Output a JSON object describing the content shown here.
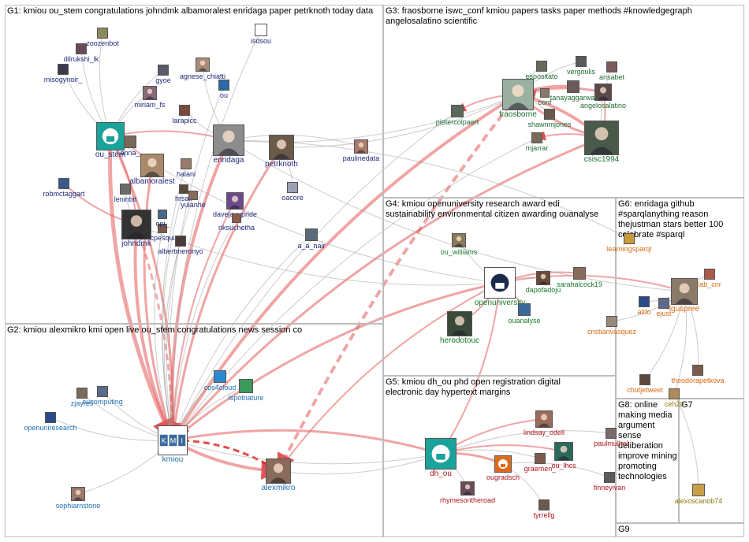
{
  "groups": [
    {
      "id": "G1",
      "label": "G1: kmiou ou_stem congratulations johndmk albamoralest enridaga paper petrknoth today data"
    },
    {
      "id": "G2",
      "label": "G2: kmiou alexmikro kmi open live ou_stem congratulations news session co"
    },
    {
      "id": "G3",
      "label": "G3: fraosborne iswc_conf kmiou papers tasks paper methods #knowledgegraph angelosalatino scientific"
    },
    {
      "id": "G4",
      "label": "G4: kmiou openuniversity research award edi sustainability environmental citizen awarding ouanalyse"
    },
    {
      "id": "G5",
      "label": "G5: kmiou dh_ou phd open registration digital electronic day hypertext margins"
    },
    {
      "id": "G6",
      "label": "G6: enridaga github #sparqlanything reason thejustman stars better 100 celebrate #sparql"
    },
    {
      "id": "G7",
      "label": "G7"
    },
    {
      "id": "G8",
      "label": "G8: online making media argument sense deliberation improve mining promoting technologies"
    },
    {
      "id": "G9",
      "label": "G9"
    }
  ],
  "nodes": [
    {
      "id": "ou_stem",
      "label": "ou_stem",
      "group": "G1",
      "color": "#1aa39a",
      "icon": "ou-logo-icon"
    },
    {
      "id": "enridaga",
      "label": "enridaga",
      "group": "G1",
      "color": "#8c8c8c",
      "icon": "profile-photo"
    },
    {
      "id": "petrknoth",
      "label": "petrknoth",
      "group": "G1",
      "color": "#6b5a4a",
      "icon": "profile-photo"
    },
    {
      "id": "albamoralest",
      "label": "albamoralest",
      "group": "G1",
      "color": "#a88a6a",
      "icon": "profile-photo"
    },
    {
      "id": "johndmk",
      "label": "johndmk",
      "group": "G1",
      "color": "#333333",
      "icon": "profile-photo"
    },
    {
      "id": "anna",
      "label": "anna_",
      "group": "G1",
      "color": "#7a6a5a",
      "icon": "profile-photo"
    },
    {
      "id": "halani",
      "label": "halani",
      "group": "G1",
      "color": "#9a7a6a",
      "icon": "profile-photo"
    },
    {
      "id": "hrsaif",
      "label": "hrsaif",
      "group": "G1",
      "color": "#5a4a3a",
      "icon": "profile-photo"
    },
    {
      "id": "yulanhe",
      "label": "yulanhe",
      "group": "G1",
      "color": "#8a6a5a",
      "icon": "profile-photo"
    },
    {
      "id": "davejavupride",
      "label": "davejavupride",
      "group": "G1",
      "color": "#6a4a8a",
      "icon": "profile-photo"
    },
    {
      "id": "nksuchetha",
      "label": "nksuchetha",
      "group": "G1",
      "color": "#8a5a4a",
      "icon": "profile-photo"
    },
    {
      "id": "oacore",
      "label": "oacore",
      "group": "G1",
      "color": "#9aa0b0",
      "icon": "profile-photo"
    },
    {
      "id": "paulinedata",
      "label": "paulinedata",
      "group": "G1",
      "color": "#aa7a6a",
      "icon": "profile-photo"
    },
    {
      "id": "a_a_nair",
      "label": "a_a_nair",
      "group": "G1",
      "color": "#5a6a7a",
      "icon": "profile-photo"
    },
    {
      "id": "cpesquita",
      "label": "cpesqui",
      "group": "G1",
      "color": "#7a5a4a",
      "icon": "profile-photo"
    },
    {
      "id": "albertmeronyo",
      "label": "albertmeronyo",
      "group": "G1",
      "color": "#4a3a3a",
      "icon": "profile-photo"
    },
    {
      "id": "leninbit",
      "label": "leninbit",
      "group": "G1",
      "color": "#6a6a6a",
      "icon": "profile-photo"
    },
    {
      "id": "robmctaggart",
      "label": "robmctaggart",
      "group": "G1",
      "color": "#3a5a8a",
      "icon": "profile-photo"
    },
    {
      "id": "miriam_fs",
      "label": "miriam_fs",
      "group": "G1",
      "color": "#8a6a7a",
      "icon": "profile-photo"
    },
    {
      "id": "larapicc",
      "label": "larapicc",
      "group": "G1",
      "color": "#7a4a3a",
      "icon": "profile-photo"
    },
    {
      "id": "agnese",
      "label": "agnese_chiatti",
      "group": "G1",
      "color": "#aa8a7a",
      "icon": "profile-photo"
    },
    {
      "id": "gyoe",
      "label": "gyoe",
      "group": "G1",
      "color": "#5a5a6a",
      "icon": "profile-photo"
    },
    {
      "id": "ou",
      "label": "ou",
      "group": "G1",
      "color": "#2a6aa5",
      "icon": "profile-photo"
    },
    {
      "id": "isdsou",
      "label": "isdsou",
      "group": "G1",
      "color": "#ffffff",
      "icon": "profile-photo"
    },
    {
      "id": "dilrukshi",
      "label": "dilrukshi_lk",
      "group": "G1",
      "color": "#6a4a5a",
      "icon": "profile-photo"
    },
    {
      "id": "misogynoir",
      "label": "misogynoir_",
      "group": "G1",
      "color": "#3a3a4a",
      "icon": "profile-photo"
    },
    {
      "id": "zoozenbot",
      "label": "zoozenbot",
      "group": "G1",
      "color": "#8a8a5a",
      "icon": "profile-photo"
    },
    {
      "id": "opi",
      "label": "opi_",
      "group": "G1",
      "color": "#4a6a8a",
      "icon": "profile-photo"
    },
    {
      "id": "kmiou",
      "label": "kmiou",
      "group": "G2",
      "color": "#3a6a9a",
      "icon": "kmi-logo-icon"
    },
    {
      "id": "alexmikro",
      "label": "alexmikro",
      "group": "G2",
      "color": "#8a6a5a",
      "icon": "profile-photo"
    },
    {
      "id": "cos4cloud",
      "label": "cos4cloud",
      "group": "G2",
      "color": "#2a8ad0",
      "icon": "cloud-logo-icon"
    },
    {
      "id": "ispotnature",
      "label": "ispotnature",
      "group": "G2",
      "color": "#3a9a5a",
      "icon": "leaf-logo-icon"
    },
    {
      "id": "oucomputing",
      "label": "oucomputing",
      "group": "G2",
      "color": "#5a6a8a",
      "icon": "profile-photo"
    },
    {
      "id": "zjayres",
      "label": "zjayres",
      "group": "G2",
      "color": "#7a6a5a",
      "icon": "profile-photo"
    },
    {
      "id": "openuniresearch",
      "label": "openuniresearch",
      "group": "G2",
      "color": "#2a4a8a",
      "icon": "profile-photo"
    },
    {
      "id": "sophiarnstone",
      "label": "sophiarnstone",
      "group": "G2",
      "color": "#9a7a6a",
      "icon": "profile-photo"
    },
    {
      "id": "fraosborne",
      "label": "fraosborne",
      "group": "G3",
      "color": "#9ab0a0",
      "icon": "profile-photo"
    },
    {
      "id": "csisc1994",
      "label": "csisc1994",
      "group": "G3",
      "color": "#4a5a4a",
      "icon": "profile-photo"
    },
    {
      "id": "angelosalatino",
      "label": "angelosalatino",
      "group": "G3",
      "color": "#5a4a4a",
      "icon": "profile-photo"
    },
    {
      "id": "tanayaggarwal",
      "label": "tanayaggarwal",
      "group": "G3",
      "color": "#6a5a5a",
      "icon": "profile-photo"
    },
    {
      "id": "pietercolpaert",
      "label": "pietercolpaert",
      "group": "G3",
      "color": "#5a6a5a",
      "icon": "profile-photo"
    },
    {
      "id": "mjarrar",
      "label": "mjarrar",
      "group": "G3",
      "color": "#7a6a5a",
      "icon": "profile-photo"
    },
    {
      "id": "shawnmjones",
      "label": "shawnmjones",
      "group": "G3",
      "color": "#6a5a4a",
      "icon": "profile-photo"
    },
    {
      "id": "vergoulis",
      "label": "vergoulis",
      "group": "G3",
      "color": "#5a5a5a",
      "icon": "profile-photo"
    },
    {
      "id": "arisabet",
      "label": "arisabet",
      "group": "G3",
      "color": "#7a5a5a",
      "icon": "profile-photo"
    },
    {
      "id": "esposito",
      "label": "espositato",
      "group": "G3",
      "color": "#6a6a5a",
      "icon": "profile-photo"
    },
    {
      "id": "conf",
      "label": "conf",
      "group": "G3",
      "color": "#8a7a6a",
      "icon": "profile-photo"
    },
    {
      "id": "openuniversity",
      "label": "openuniversity",
      "group": "G4",
      "color": "#ffffff",
      "icon": "ou-logo-icon"
    },
    {
      "id": "ouanalyse",
      "label": "ouanalyse",
      "group": "G4",
      "color": "#3a6a9a",
      "icon": "profile-photo"
    },
    {
      "id": "ou_williams",
      "label": "ou_williams",
      "group": "G4",
      "color": "#8a7a5a",
      "icon": "profile-photo"
    },
    {
      "id": "herodotouc",
      "label": "herodotouc",
      "group": "G4",
      "color": "#3a4a3a",
      "icon": "profile-photo"
    },
    {
      "id": "sarahalcock19",
      "label": "sarahalcock19",
      "group": "G4",
      "color": "#8a6a5a",
      "icon": "profile-photo"
    },
    {
      "id": "dapofadoju",
      "label": "dapofadoju",
      "group": "G4",
      "color": "#6a4a3a",
      "icon": "profile-photo"
    },
    {
      "id": "dh_ou",
      "label": "dh_ou",
      "group": "G5",
      "color": "#1aa39a",
      "icon": "dh-logo-icon"
    },
    {
      "id": "ougradsch",
      "label": "ougradsch",
      "group": "G5",
      "color": "#e06a1a",
      "icon": "ou-logo-icon"
    },
    {
      "id": "lindsay_odell",
      "label": "lindsay_odell",
      "group": "G5",
      "color": "#9a6a5a",
      "icon": "profile-photo"
    },
    {
      "id": "ou_lhcs",
      "label": "ou_lhcs",
      "group": "G5",
      "color": "#2a6a5a",
      "icon": "profile-photo"
    },
    {
      "id": "graemen",
      "label": "graemen_",
      "group": "G5",
      "color": "#7a5a4a",
      "icon": "profile-photo"
    },
    {
      "id": "rhymesontheroad",
      "label": "rhymesontheroad",
      "group": "G5",
      "color": "#6a4a5a",
      "icon": "profile-photo"
    },
    {
      "id": "finneyivan",
      "label": "finneyivan",
      "group": "G5",
      "color": "#5a5a5a",
      "icon": "profile-photo"
    },
    {
      "id": "paulmulhol",
      "label": "paulmulhol",
      "group": "G5",
      "color": "#7a6a6a",
      "icon": "profile-photo"
    },
    {
      "id": "tyrrellg",
      "label": "tyrrellg",
      "group": "G5",
      "color": "#6a5a4a",
      "icon": "profile-photo"
    },
    {
      "id": "learningsparql",
      "label": "learningsparql",
      "group": "G6",
      "color": "#c89a3a",
      "icon": "profile-photo"
    },
    {
      "id": "aldo",
      "label": "aldo",
      "group": "G6",
      "color": "#2a4a8a",
      "icon": "profile-photo"
    },
    {
      "id": "ejust",
      "label": "ejust",
      "group": "G6",
      "color": "#5a6a8a",
      "icon": "profile-photo"
    },
    {
      "id": "lguspree",
      "label": "lguspree",
      "group": "G6",
      "color": "#8a7a6a",
      "icon": "profile-photo"
    },
    {
      "id": "lab_cnr",
      "label": "lab_cnr",
      "group": "G6",
      "color": "#aa5a4a",
      "icon": "profile-photo"
    },
    {
      "id": "cristianvasquez",
      "label": "cristianvasquez",
      "group": "G6",
      "color": "#9a8a7a",
      "icon": "profile-photo"
    },
    {
      "id": "theodorapetkova",
      "label": "theodorapetkova",
      "group": "G6",
      "color": "#7a5a4a",
      "icon": "profile-photo"
    },
    {
      "id": "chutjetweet",
      "label": "chutjetweet",
      "group": "G6",
      "color": "#5a4a3a",
      "icon": "profile-photo"
    },
    {
      "id": "ceh20",
      "label": "ceh20",
      "group": "G7",
      "color": "#b08a5a",
      "icon": "profile-photo"
    },
    {
      "id": "alexoscanob74",
      "label": "alexoscanob74",
      "group": "G7",
      "color": "#c8a04a",
      "icon": "profile-photo"
    }
  ]
}
